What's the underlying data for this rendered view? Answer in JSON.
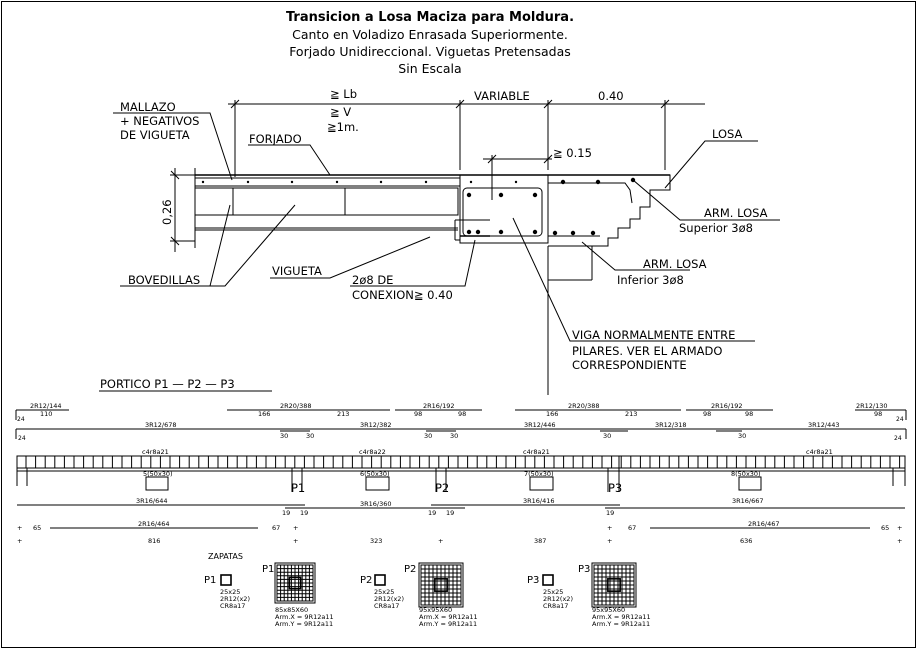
{
  "title": {
    "line1": "Transicion a Losa Maciza para Moldura.",
    "line2": "Canto en Voladizo Enrasada Superiormente.",
    "line3": "Forjado Unidireccional. Viguetas Pretensadas",
    "line4": "Sin Escala"
  },
  "section_detail": {
    "dim_lb": "≧ Lb",
    "dim_v": "≧  V",
    "dim_1m": "≧1m.",
    "dim_variable": "VARIABLE",
    "dim_040": "0.40",
    "dim_015": "≧ 0.15",
    "dim_026": "0,26",
    "label_mallazo_1": "MALLAZO",
    "label_mallazo_2": "+  NEGATIVOS",
    "label_mallazo_3": "DE  VIGUETA",
    "label_forjado": "FORJADO",
    "label_losa": "LOSA",
    "label_arm_sup_1": "ARM.  LOSA",
    "label_arm_sup_2": "Superior   3ø8",
    "label_arm_inf_1": "ARM.  LOSA",
    "label_arm_inf_2": "Inferior    3ø8",
    "label_bovedillas": "BOVEDILLAS",
    "label_vigueta": "VIGUETA",
    "label_conexion_1": "2ø8  DE",
    "label_conexion_2": "CONEXION≧ 0.40",
    "label_viga_1": "VIGA  NORMALMENTE  ENTRE",
    "label_viga_2": "PILARES.  VER  EL  ARMADO",
    "label_viga_3": "CORRESPONDIENTE"
  },
  "portico": {
    "title": "PORTICO  P1  —  P2  —  P3",
    "top_bars": [
      {
        "label": "2R12/144",
        "segments": [
          "110"
        ]
      },
      {
        "label": "2R20/388",
        "segments": [
          "166",
          "213"
        ]
      },
      {
        "label": "2R16/192",
        "segments": [
          "98",
          "98"
        ]
      },
      {
        "label": "2R20/388",
        "segments": [
          "166",
          "213"
        ]
      },
      {
        "label": "2R16/192",
        "segments": [
          "98",
          "98"
        ]
      },
      {
        "label": "2R12/130",
        "segments": [
          "98"
        ]
      }
    ],
    "hook_top_left": "24",
    "hook_top_right": "24",
    "mid_bars": [
      {
        "label": "3R12/678"
      },
      {
        "label": "3R12/382"
      },
      {
        "label": "3R12/446"
      },
      {
        "label": "3R12/318"
      },
      {
        "label": "3R12/443"
      }
    ],
    "mid_hook_left": "24",
    "mid_hook_right": "24",
    "overlaps_30": [
      "30",
      "30",
      "30",
      "30",
      "30",
      "30"
    ],
    "stirrups": [
      "c4r8a21",
      "c4r8a22",
      "c4r8a21",
      "c4r8a21"
    ],
    "openings": [
      "5(50x30)",
      "6(50x30)",
      "7(50x30)",
      "8(50x30)"
    ],
    "columns": [
      "P1",
      "P2",
      "P3"
    ],
    "bottom_bars": [
      {
        "label": "3R16/644"
      },
      {
        "label": "3R16/360"
      },
      {
        "label": "3R16/416"
      },
      {
        "label": "3R16/667"
      }
    ],
    "overlaps_19": [
      "19",
      "19",
      "19",
      "19",
      "19"
    ],
    "lower_bars": [
      {
        "label": "2R16/464",
        "left": "65",
        "right": "67"
      },
      {
        "label": "2R16/467",
        "left": "67",
        "right": "65"
      }
    ],
    "spans": [
      "816",
      "323",
      "387",
      "636"
    ]
  },
  "zapatas": {
    "title": "ZAPATAS",
    "items": [
      {
        "pilar": "P1",
        "col_dim": "25x25",
        "col_arm": "2R12(x2)",
        "col_cerco": "CR8a17",
        "footing": "P1",
        "size": "85x85X60",
        "arm_x": "Arm.X  =  9R12a11",
        "arm_y": "Arm.Y  =  9R12a11"
      },
      {
        "pilar": "P2",
        "col_dim": "25x25",
        "col_arm": "2R12(x2)",
        "col_cerco": "CR8a17",
        "footing": "P2",
        "size": "95x95X60",
        "arm_x": "Arm.X  =  9R12a11",
        "arm_y": "Arm.Y  =  9R12a11"
      },
      {
        "pilar": "P3",
        "col_dim": "25x25",
        "col_arm": "2R12(x2)",
        "col_cerco": "CR8a17",
        "footing": "P3",
        "size": "95x95X60",
        "arm_x": "Arm.X  =  9R12a11",
        "arm_y": "Arm.Y  =  9R12a11"
      }
    ]
  }
}
